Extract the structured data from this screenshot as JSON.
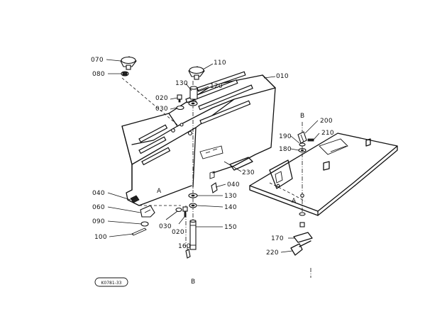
{
  "labels": {
    "p070": "070",
    "p080": "080",
    "p110": "110",
    "p010": "010",
    "p130a": "130",
    "p120": "120",
    "p020a": "020",
    "p030a": "030",
    "p230": "230",
    "p040a": "040",
    "p040b": "040",
    "p130b": "130",
    "p140": "140",
    "p060": "060",
    "p090": "090",
    "p100": "100",
    "p030b": "030",
    "p020b": "020",
    "p150": "150",
    "p160": "160",
    "p200": "200",
    "p190": "190",
    "p210": "210",
    "p180": "180",
    "p170": "170",
    "p220": "220",
    "refA1": "A",
    "refA2": "A",
    "refB1": "B",
    "refB2": "B",
    "drawing_code": "K0781-33"
  }
}
